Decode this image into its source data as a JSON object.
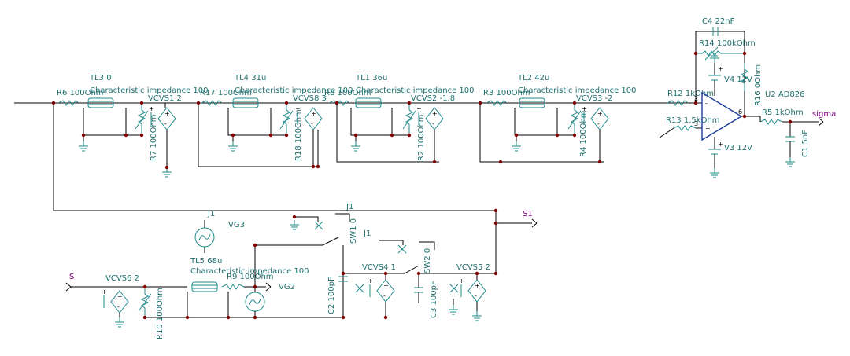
{
  "components": {
    "tl3": {
      "name": "TL3 0",
      "impedance": "Characteristic impedance 100"
    },
    "tl4": {
      "name": "TL4 31u",
      "impedance": "Characteristic impedance 100"
    },
    "tl1": {
      "name": "TL1 36u",
      "impedance": "Characteristic impedance 100"
    },
    "tl2": {
      "name": "TL2 42u",
      "impedance": "Characteristic impedance 100"
    },
    "tl5": {
      "name": "TL5 68u",
      "impedance": "Characteristic impedance 100"
    },
    "r6": "R6 100Ohm",
    "r7": "R7 100Ohm",
    "r17": "R17 100Ohm",
    "r18": "R18 100Ohm",
    "r8": "R8 100Ohm",
    "r2": "R2 100Ohm",
    "r3": "R3 100Ohm",
    "r4": "R4 100Ohm",
    "r12": "R12 1kOhm",
    "r13": "R13 1.5kOhm",
    "r14": "R14 100kOhm",
    "r16": "R16 0Ohm",
    "r5": "R5 1kOhm",
    "r9": "R9 100Ohm",
    "r10": "R10 100Ohm",
    "vcvs1": "VCVS1 2",
    "vcvs8": "VCVS8 3",
    "vcvs2": "VCVS2 -1.8",
    "vcvs3": "VCVS3 -2",
    "vcvs4": "VCVS4 1",
    "vcvs5": "VCVS5 2",
    "vcvs6": "VCVS6 2",
    "c4": "C4 22nF",
    "c1": "C1 5nF",
    "c2": "C2 100pF",
    "c3": "C3 100pF",
    "v4": "V4 12V",
    "v3": "V3 12V",
    "u2": "U2 AD826",
    "vg3": "VG3",
    "vg2": "VG2",
    "sw1": "SW1 0",
    "sw2": "SW2 0",
    "j1": "J1"
  },
  "nets": {
    "sigma": "sigma",
    "s": "S",
    "s1": "S1"
  },
  "pins": {
    "inv": "-",
    "noninv": "+",
    "p2": "2",
    "p3": "3",
    "p6": "6"
  }
}
